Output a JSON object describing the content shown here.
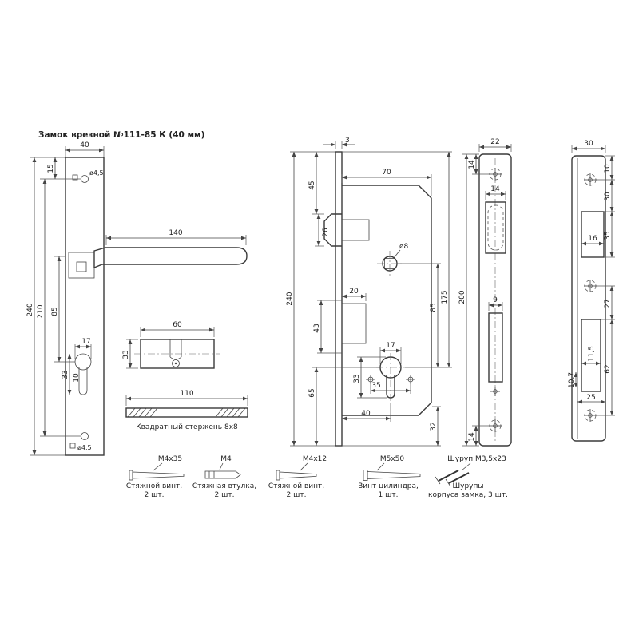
{
  "title": "Замок врезной №111-85 К (40 мм)",
  "handle": {
    "width": "40",
    "height": "240",
    "top_offset": "15",
    "hole_span": "210",
    "center_span": "85",
    "lever_length": "140",
    "cyl_width": "17",
    "cyl_height": "33",
    "cyl_stem": "10",
    "top_hole": "ø4,5",
    "bottom_hole": "ø4,5"
  },
  "cylinder": {
    "width": "60",
    "height": "33"
  },
  "spindle": {
    "length": "110",
    "caption": "Квадратный стержень 8х8"
  },
  "body": {
    "faceplate_thickness": "3",
    "height": "240",
    "top_to_latch": "45",
    "latch_height": "26",
    "depth": "70",
    "spindle_hole": "ø8",
    "hub_offset": "20",
    "hub_span": "43",
    "bottom_span": "65",
    "cyl_width": "17",
    "cyl_height": "33",
    "screw_span": "35",
    "backset": "40",
    "centers": "85",
    "top_to_cyl": "175",
    "bottom_corner": "32"
  },
  "faceplate": {
    "width": "22",
    "height": "200",
    "top_screw_offset": "14",
    "latch_width": "14",
    "bolt_width": "9",
    "bottom_screw_offset": "14"
  },
  "strike": {
    "width": "30",
    "top_screw_offset": "10",
    "screw_to_latch": "30",
    "latch_height": "35",
    "latch_width": "16",
    "mid_span": "27",
    "bolt_span": "62",
    "bolt_width": "11,5",
    "bottom_offset": "10,7",
    "flat_width": "25"
  },
  "fasteners": [
    {
      "label": "М4х35",
      "line1": "Стяжной винт,",
      "line2": "2 шт."
    },
    {
      "label": "М4",
      "line1": "Стяжная втулка,",
      "line2": "2 шт."
    },
    {
      "label": "М4х12",
      "line1": "Стяжной винт,",
      "line2": "2 шт."
    },
    {
      "label": "М5х50",
      "line1": "Винт цилиндра,",
      "line2": "1 шт."
    },
    {
      "label": "Шуруп М3,5х23",
      "line1": "Шурупы",
      "line2": "корпуса замка, 3 шт."
    }
  ],
  "colors": {
    "line": "#3a3a3a",
    "background": "#ffffff"
  }
}
